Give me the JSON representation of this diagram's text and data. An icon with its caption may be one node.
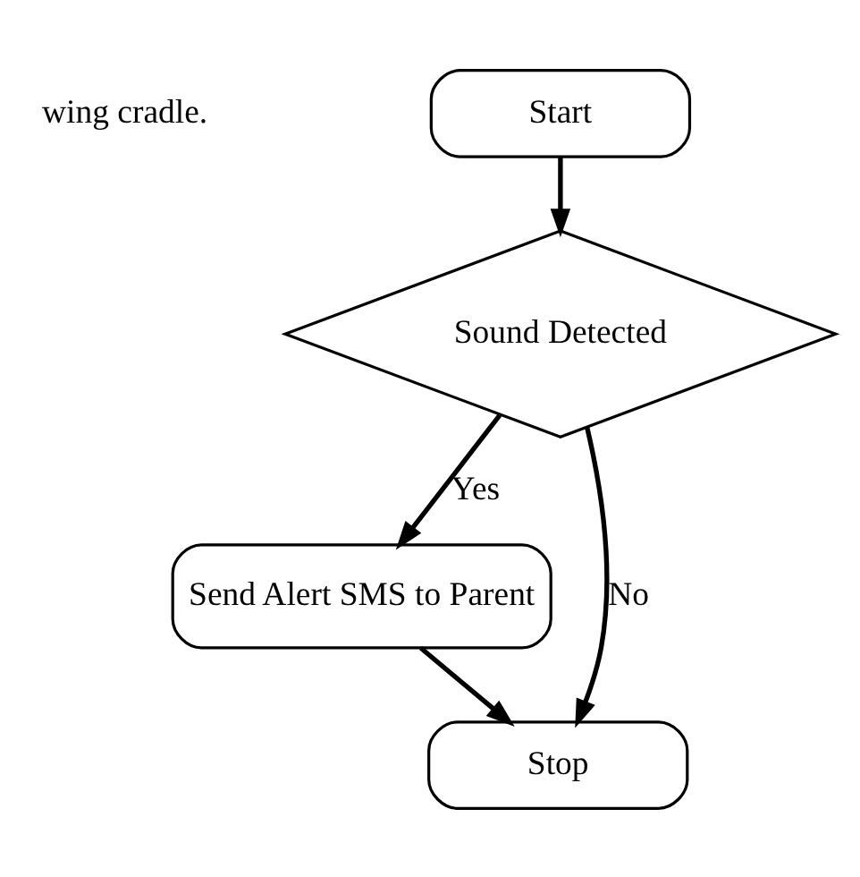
{
  "diagram": {
    "nodes": [
      {
        "text": [
          "Start"
        ]
      },
      {
        "text": [
          "Sound Detected"
        ]
      },
      {
        "text": [
          "Send Alert SMS to Parent"
        ]
      },
      {
        "text": [
          "Stop"
        ]
      }
    ],
    "edges": [
      {
        "from": 0,
        "to": 1,
        "arrow": "to"
      },
      {
        "from": 1,
        "to": 2,
        "arrow": "to",
        "label": "Yes"
      },
      {
        "from": 2,
        "to": 3,
        "arrow": "to"
      },
      {
        "from": 1,
        "to": 3,
        "arrow": "to",
        "label": "No"
      }
    ],
    "labels": [
      "wing cradle."
    ]
  }
}
